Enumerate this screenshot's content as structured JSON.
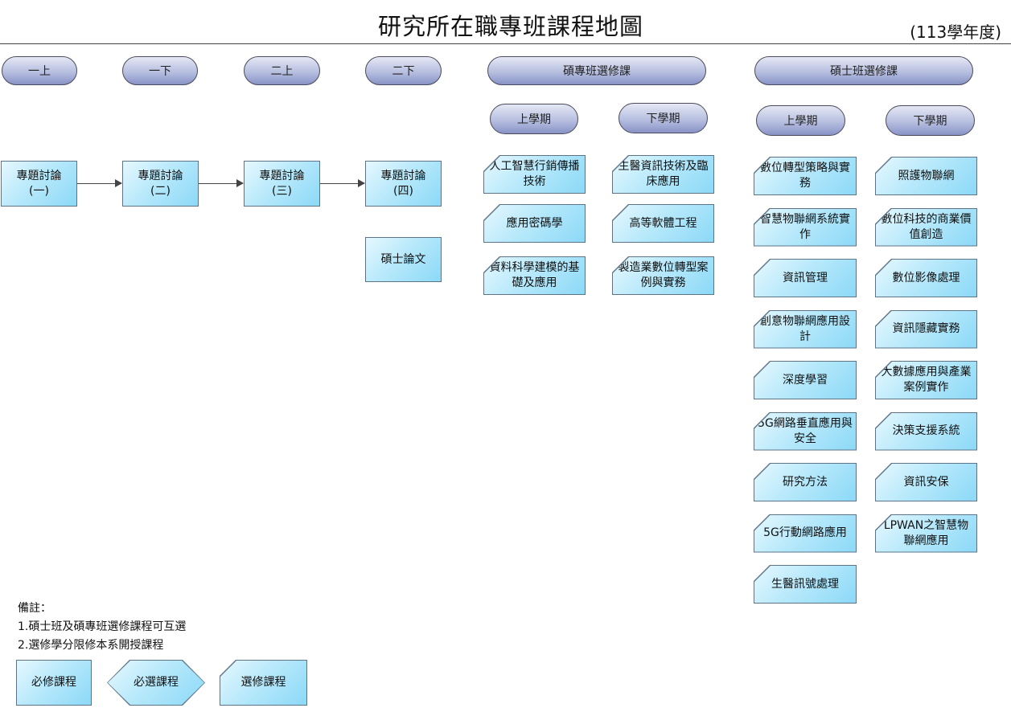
{
  "header": {
    "title": "研究所在職專班課程地圖",
    "year": "(113學年度)"
  },
  "semesters": [
    "一上",
    "一下",
    "二上",
    "二下"
  ],
  "groups": {
    "pro_elective": "碩專班選修課",
    "master_elective": "碩士班選修課"
  },
  "terms": {
    "first": "上學期",
    "second": "下學期"
  },
  "required": [
    "專題討論\n(一)",
    "專題討論\n(二)",
    "專題討論\n(三)",
    "專題討論\n(四)"
  ],
  "thesis": "碩士論文",
  "pro_first": [
    "人工智慧行銷傳播技術",
    "應用密碼學",
    "資料科學建模的基礎及應用"
  ],
  "pro_second": [
    "生醫資訊技術及臨床應用",
    "高等軟體工程",
    "製造業數位轉型案例與實務"
  ],
  "master_first": [
    "數位轉型策略與實務",
    "智慧物聯網系統實作",
    "資訊管理",
    "創意物聯網應用設計",
    "深度學習",
    "5G網路垂直應用與安全",
    "研究方法",
    "5G行動網路應用",
    "生醫訊號處理"
  ],
  "master_second": [
    "照護物聯網",
    "數位科技的商業價值創造",
    "數位影像處理",
    "資訊隱藏實務",
    "大數據應用與產業案例實作",
    "決策支援系統",
    "資訊安保",
    "LPWAN之智慧物聯網應用"
  ],
  "notes": {
    "heading": "備註：",
    "items": [
      "1.碩士班及碩專班選修課程可互選",
      "2.選修學分限修本系開授課程"
    ]
  },
  "legend": {
    "required": "必修課程",
    "required_elective": "必選課程",
    "elective": "選修課程"
  }
}
